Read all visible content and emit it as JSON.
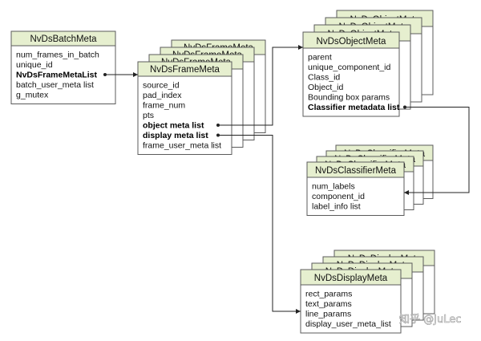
{
  "batch": {
    "title": "NvDsBatchMeta",
    "fields": [
      {
        "text": "num_frames_in_batch",
        "bold": false
      },
      {
        "text": "unique_id",
        "bold": false
      },
      {
        "text": "NvDsFrameMetaList",
        "bold": true
      },
      {
        "text": "batch_user_meta  list",
        "bold": false
      },
      {
        "text": "g_mutex",
        "bold": false
      }
    ]
  },
  "frame": {
    "title": "NvDsFrameMeta",
    "back_titles": [
      "NvDsFrameMeta",
      "NvDsFrameMeta",
      "NvDsFrameMeta"
    ],
    "fields": [
      {
        "text": "source_id",
        "bold": false
      },
      {
        "text": "pad_index",
        "bold": false
      },
      {
        "text": "frame_num",
        "bold": false
      },
      {
        "text": "pts",
        "bold": false
      },
      {
        "text": "object meta  list",
        "bold": true
      },
      {
        "text": "display  meta  list",
        "bold": true
      },
      {
        "text": "frame_user_meta  list",
        "bold": false
      }
    ]
  },
  "object": {
    "title": "NvDsObjectMeta",
    "back_titles": [
      "NvDsObjectMeta",
      "NvDsObjectMeta",
      "NvDsObjectMeta"
    ],
    "fields": [
      {
        "text": "parent",
        "bold": false
      },
      {
        "text": "unique_component_id",
        "bold": false
      },
      {
        "text": "Class_id",
        "bold": false
      },
      {
        "text": "Object_id",
        "bold": false
      },
      {
        "text": "Bounding box params",
        "bold": false
      },
      {
        "text": "Classifier metadata  list",
        "bold": true
      }
    ]
  },
  "classifier": {
    "title": "NvDsClassifierMeta",
    "back_titles": [
      "NvDsClassifierMeta",
      "NvDsClassifierMeta",
      "NvDsClassifierMeta"
    ],
    "fields": [
      {
        "text": "num_labels",
        "bold": false
      },
      {
        "text": "component_id",
        "bold": false
      },
      {
        "text": "label_info  list",
        "bold": false
      }
    ]
  },
  "display": {
    "title": "NvDsDisplayMeta",
    "back_titles": [
      "NvDsDisplayMeta",
      "NvDsDisplayMeta",
      "NvDsDisplayMeta"
    ],
    "fields": [
      {
        "text": "rect_params",
        "bold": false
      },
      {
        "text": "text_params",
        "bold": false
      },
      {
        "text": "line_params",
        "bold": false
      },
      {
        "text": "display_user_meta_list",
        "bold": false
      }
    ]
  },
  "watermark": "知乎 @JuLec",
  "colors": {
    "header_fill": "#e6efcf",
    "border": "#5b5b5b",
    "line": "#222222"
  }
}
